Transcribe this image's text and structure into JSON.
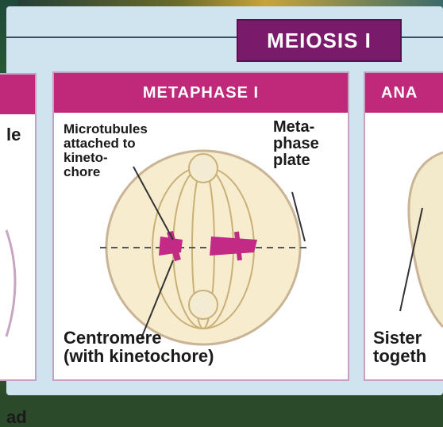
{
  "header": {
    "title": "MEIOSIS I"
  },
  "left_card": {
    "text_top": "le",
    "text_bottom": "ad"
  },
  "metaphase_card": {
    "title": "METAPHASE I",
    "label_microtubules": [
      "Microtubules",
      "attached to",
      "kineto-",
      "chore"
    ],
    "label_plate": [
      "Meta-",
      "phase",
      "plate"
    ],
    "label_centromere": [
      "Centromere",
      "(with kinetochore)"
    ]
  },
  "right_card": {
    "title": "ANA",
    "label_bottom": [
      "Sister",
      "togeth"
    ]
  }
}
